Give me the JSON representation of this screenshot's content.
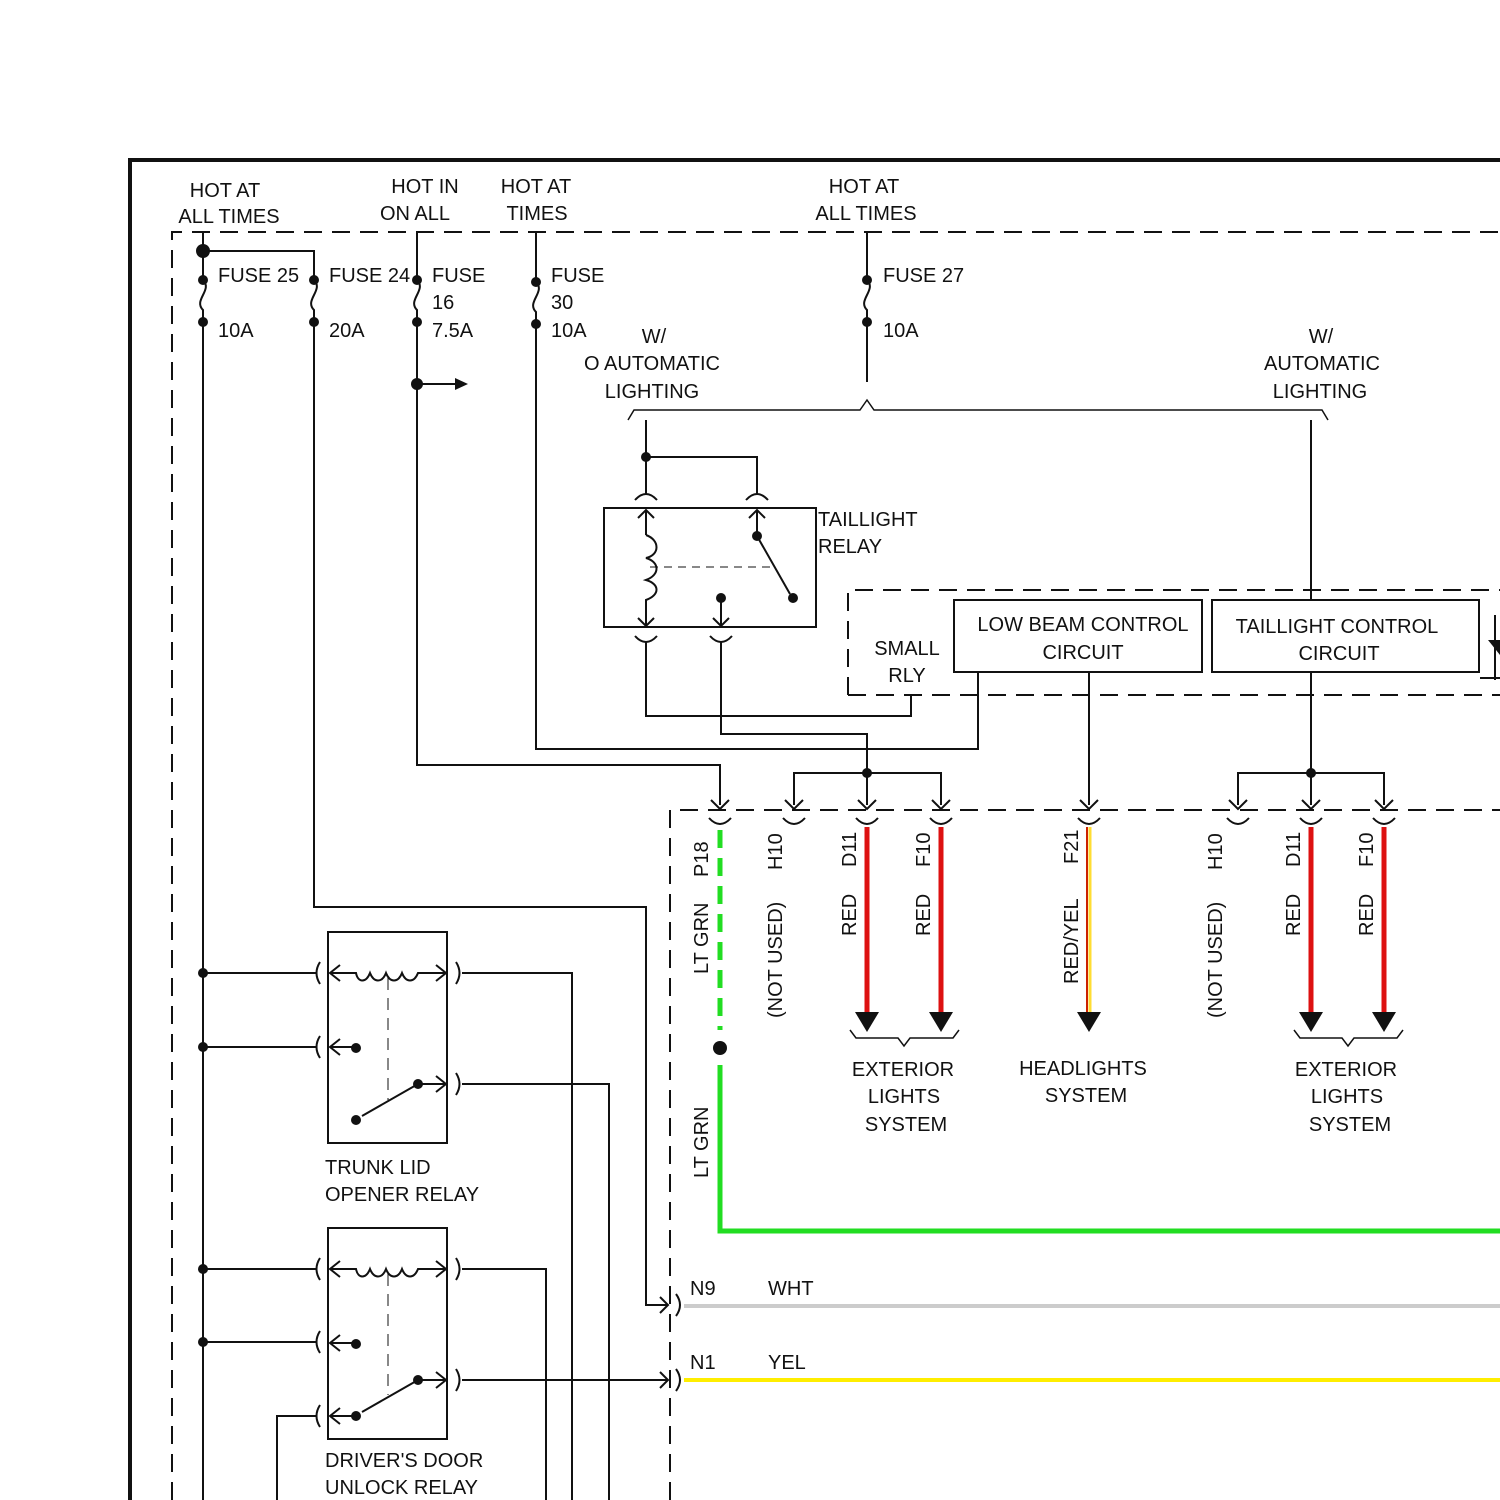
{
  "sources": [
    {
      "label1": "HOT AT",
      "label2": "ALL TIMES"
    },
    {
      "label1": "HOT IN",
      "label2": "ON ALL"
    },
    {
      "label1": "HOT AT",
      "label2": "TIMES"
    },
    {
      "label1": "HOT AT",
      "label2": "ALL TIMES"
    }
  ],
  "fuses": [
    {
      "name": "FUSE 25",
      "rating": "10A"
    },
    {
      "name": "FUSE 24",
      "rating": "20A"
    },
    {
      "name_l1": "FUSE",
      "name_l2": "16",
      "rating": "7.5A"
    },
    {
      "name_l1": "FUSE",
      "name_l2": "30",
      "rating": "10A"
    },
    {
      "name": "FUSE 27",
      "rating": "10A"
    }
  ],
  "options": {
    "without": [
      "W/",
      "O AUTOMATIC",
      "LIGHTING"
    ],
    "with": [
      "W/",
      "AUTOMATIC",
      "LIGHTING"
    ]
  },
  "taillight_relay": [
    "TAILLIGHT",
    "RELAY"
  ],
  "small_rly": [
    "SMALL",
    "RLY"
  ],
  "low_beam_block": [
    "LOW BEAM CONTROL",
    "CIRCUIT"
  ],
  "taillight_block": [
    "TAILLIGHT CONTROL",
    "CIRCUIT"
  ],
  "connectors_left": [
    {
      "pin": "P18",
      "color": "LT GRN"
    },
    {
      "pin": "H10",
      "color": "(NOT USED)"
    },
    {
      "pin": "D11",
      "color": "RED"
    },
    {
      "pin": "F10",
      "color": "RED"
    },
    {
      "pin": "F21",
      "color": "RED/YEL"
    }
  ],
  "connectors_right": [
    {
      "pin": "H10",
      "color": "(NOT USED)"
    },
    {
      "pin": "D11",
      "color": "RED"
    },
    {
      "pin": "F10",
      "color": "RED"
    }
  ],
  "destinations": {
    "exterior_left": [
      "EXTERIOR",
      "LIGHTS",
      "SYSTEM"
    ],
    "headlights": [
      "HEADLIGHTS",
      "SYSTEM"
    ],
    "exterior_right": [
      "EXTERIOR",
      "LIGHTS",
      "SYSTEM"
    ]
  },
  "ltgrn_lower": "LT GRN",
  "trunk_relay": [
    "TRUNK LID",
    "OPENER RELAY"
  ],
  "door_relay": [
    "DRIVER'S DOOR",
    "UNLOCK RELAY"
  ],
  "bottom_pins": [
    {
      "pin": "N9",
      "color": "WHT"
    },
    {
      "pin": "N1",
      "color": "YEL"
    }
  ],
  "wire_colors": {
    "lt_grn": "#22dd22",
    "red": "#dd1111",
    "red_yel_a": "#cc2200",
    "red_yel_b": "#ffdd33",
    "wht": "#cccccc",
    "yel": "#ffee00"
  }
}
